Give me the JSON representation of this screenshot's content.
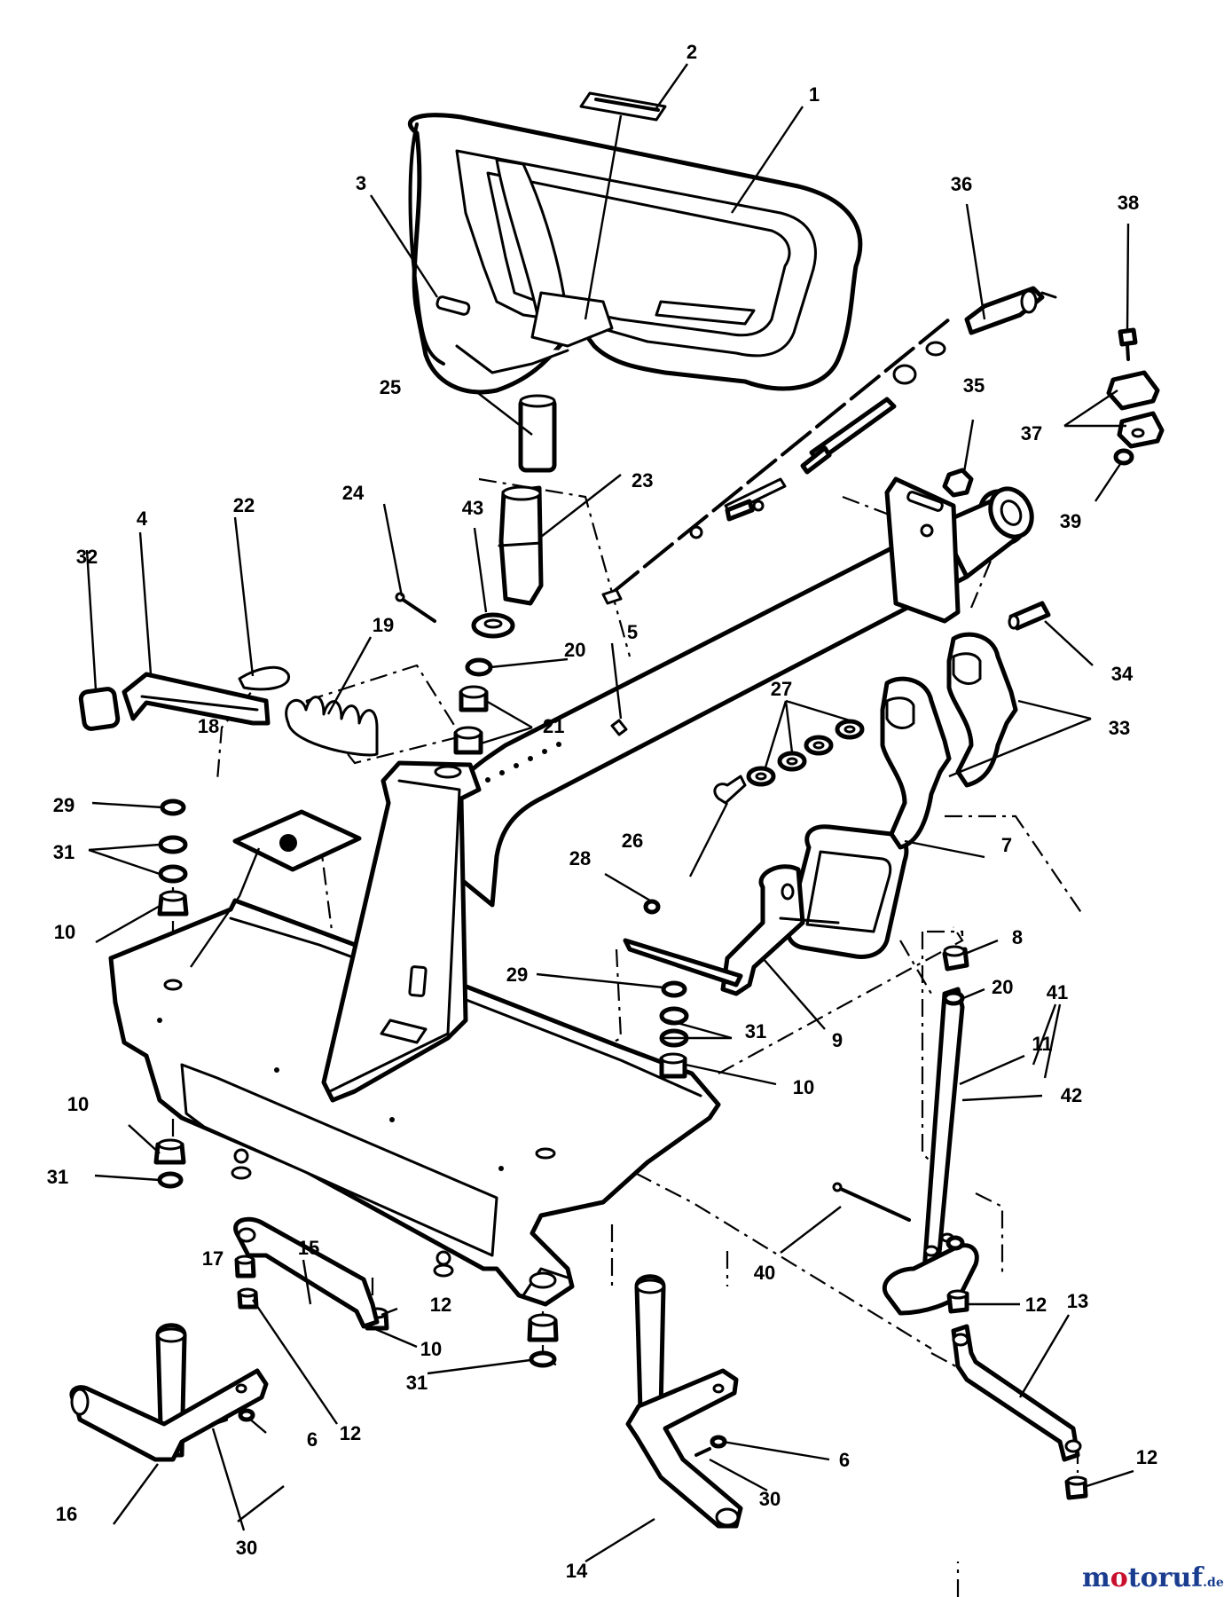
{
  "callouts": [
    {
      "label": "1"
    },
    {
      "label": "2"
    },
    {
      "label": "3"
    },
    {
      "label": "4"
    },
    {
      "label": "5"
    },
    {
      "label": "6"
    },
    {
      "label": "6"
    },
    {
      "label": "7"
    },
    {
      "label": "8"
    },
    {
      "label": "9"
    },
    {
      "label": "10"
    },
    {
      "label": "10"
    },
    {
      "label": "10"
    },
    {
      "label": "10"
    },
    {
      "label": "11"
    },
    {
      "label": "12"
    },
    {
      "label": "12"
    },
    {
      "label": "12"
    },
    {
      "label": "12"
    },
    {
      "label": "13"
    },
    {
      "label": "14"
    },
    {
      "label": "15"
    },
    {
      "label": "16"
    },
    {
      "label": "17"
    },
    {
      "label": "18"
    },
    {
      "label": "19"
    },
    {
      "label": "20"
    },
    {
      "label": "20"
    },
    {
      "label": "21"
    },
    {
      "label": "22"
    },
    {
      "label": "23"
    },
    {
      "label": "24"
    },
    {
      "label": "25"
    },
    {
      "label": "26"
    },
    {
      "label": "27"
    },
    {
      "label": "28"
    },
    {
      "label": "29"
    },
    {
      "label": "29"
    },
    {
      "label": "30"
    },
    {
      "label": "30"
    },
    {
      "label": "31"
    },
    {
      "label": "31"
    },
    {
      "label": "31"
    },
    {
      "label": "31"
    },
    {
      "label": "32"
    },
    {
      "label": "33"
    },
    {
      "label": "34"
    },
    {
      "label": "35"
    },
    {
      "label": "36"
    },
    {
      "label": "37"
    },
    {
      "label": "38"
    },
    {
      "label": "39"
    },
    {
      "label": "40"
    },
    {
      "label": "41"
    },
    {
      "label": "42"
    },
    {
      "label": "43"
    }
  ],
  "watermark": {
    "brand_main": "motoruf",
    "brand_suffix": ".de",
    "colors": {
      "m": "#1a3d8f",
      "o1": "#c8102e",
      "toruf": "#1a3d8f",
      "suffix": "#1a3d8f"
    }
  }
}
